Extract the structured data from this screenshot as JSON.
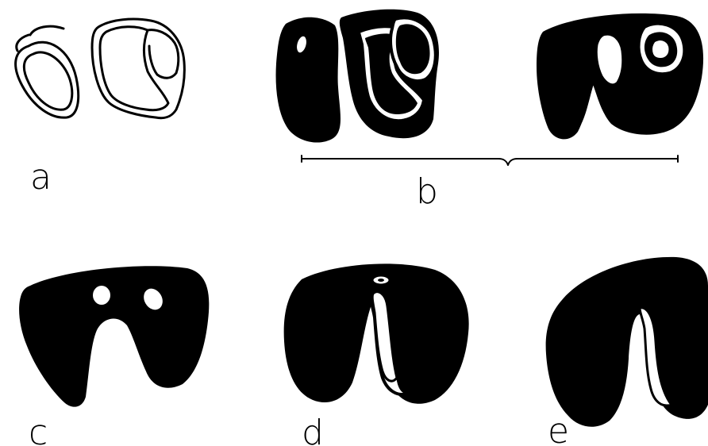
{
  "figure": {
    "labels": {
      "a": "a",
      "b": "b",
      "c": "c",
      "d": "d",
      "e": "e"
    }
  }
}
